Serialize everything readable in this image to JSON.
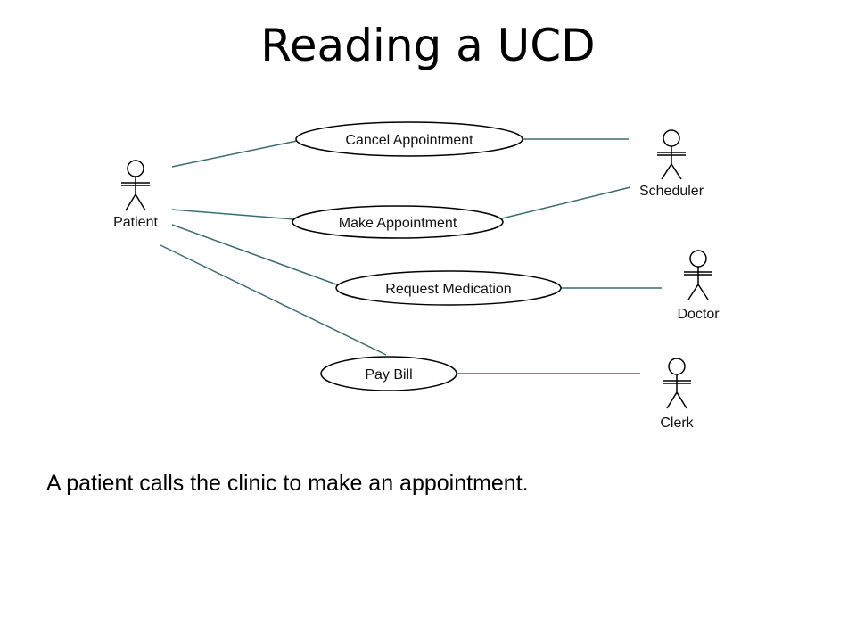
{
  "title": "Reading a UCD",
  "caption": "A patient calls the clinic to make an appointment.",
  "diagram": {
    "actors": {
      "patient": "Patient",
      "scheduler": "Scheduler",
      "doctor": "Doctor",
      "clerk": "Clerk"
    },
    "use_cases": {
      "cancel": "Cancel Appointment",
      "make": "Make Appointment",
      "request": "Request Medication",
      "pay": "Pay Bill"
    },
    "line_color": "#3a6e6e",
    "stroke_color": "#000000"
  }
}
